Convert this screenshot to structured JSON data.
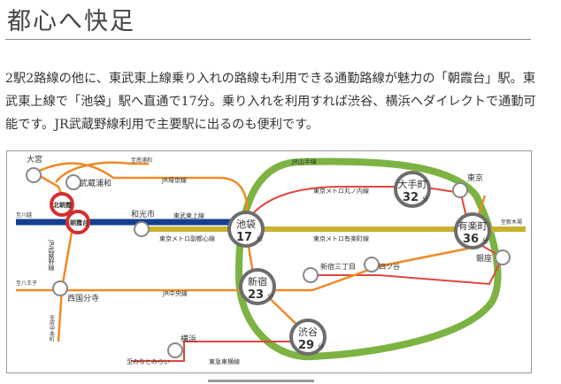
{
  "header": {
    "title": "都心へ快足",
    "description": "2駅2路線の他に、東武東上線乗り入れの路線も利用できる通勤路線が魅力の「朝霞台」駅。東武東上線で「池袋」駅へ直通で17分。乗り入れを利用すれば渋谷、横浜へダイレクトで通勤可能です。JR武蔵野線利用で主要駅に出るのも便利です。"
  },
  "map": {
    "stations": {
      "omiya": "大宮",
      "musashi_urawa": "武蔵浦和",
      "kita_asaka": "北朝霞",
      "asakadai": "朝霞台",
      "wakoshi": "和光市",
      "nishi_kokubunji": "西国分寺",
      "yokohama": "横浜",
      "ikebukuro": "池袋",
      "shinjuku": "新宿",
      "shibuya": "渋谷",
      "otemachi": "大手町",
      "tokyo": "東京",
      "yurakucho": "有楽町",
      "ginza": "銀座",
      "shinjuku_sanchome": "新宿三丁目",
      "yotsuya": "四ツ谷"
    },
    "minutes": {
      "ikebukuro": "17",
      "shinjuku": "23",
      "shibuya": "29",
      "otemachi": "32",
      "yurakucho": "36",
      "unit": "分"
    },
    "lines": {
      "jr_yamanote": "JR山手線",
      "jr_saikyo": "JR埼京線",
      "tobu_tojo": "東武東上線",
      "metro_fukutoshin": "東京メトロ副都心線",
      "metro_marunouchi": "東京メトロ丸ノ内線",
      "metro_yurakucho": "東京メトロ有楽町線",
      "jr_chuo": "JR中央線",
      "jr_musashino": "JR武蔵野線",
      "tokyu_toyoko": "東急東横線"
    },
    "directions": {
      "minami_urawa": "至南浦和",
      "kawagoe": "至川越",
      "shin_kiba": "至新木場",
      "hachioji": "至八王子",
      "fuchu_hommachi": "至府中本町",
      "minatomirai": "至みなとみらい"
    },
    "colors": {
      "yamanote": "#7cb342",
      "orange": "#ef8a26",
      "tojo_navy": "#133f8f",
      "yurakucho_gold": "#c8b230",
      "marunouchi_red": "#e0463c",
      "hub_circle": "#6d6d6d",
      "kita_asaka_red": "#d32f2f"
    }
  }
}
